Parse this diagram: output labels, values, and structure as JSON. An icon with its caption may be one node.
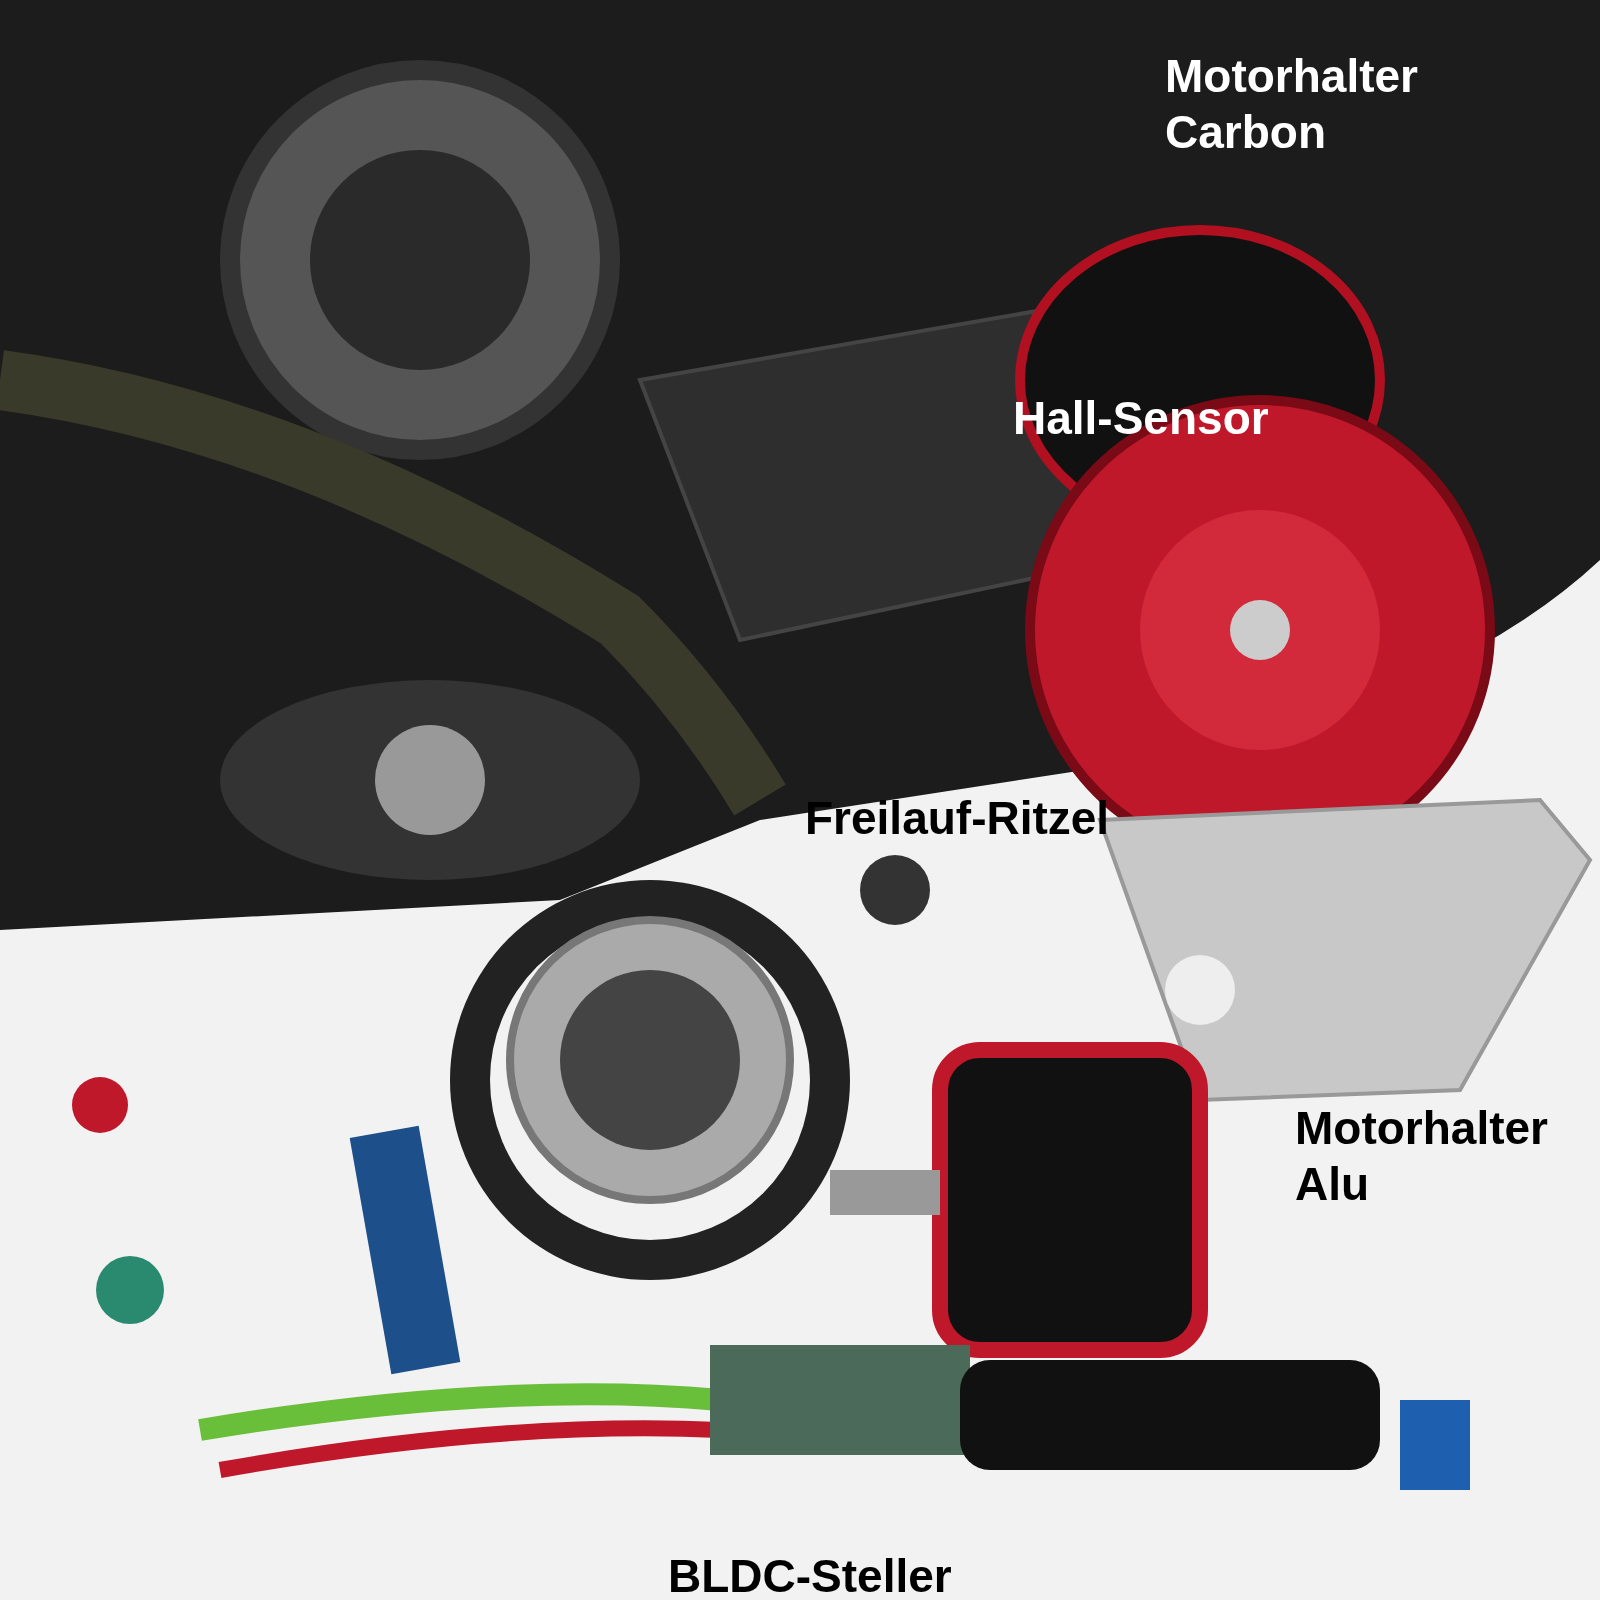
{
  "diagram": {
    "labels": [
      "Motorhalter Carbon",
      "Hall-Sensor",
      "Freilauf-Ritzel",
      "Motorhalter Alu",
      "BLDC-Steller"
    ]
  }
}
